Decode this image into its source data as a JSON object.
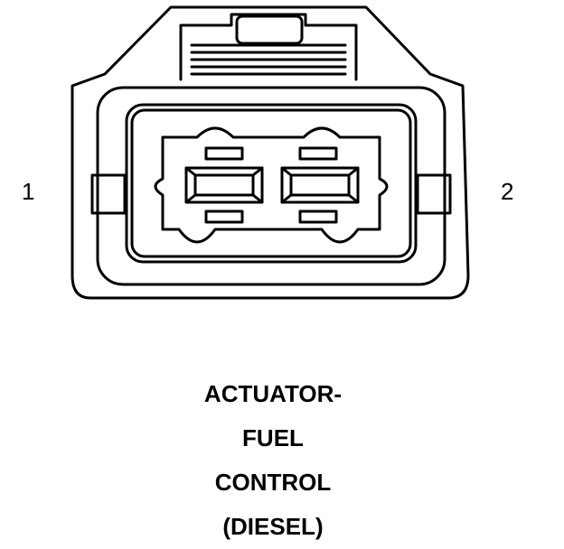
{
  "pins": {
    "left": "1",
    "right": "2"
  },
  "caption": {
    "line1": "ACTUATOR-",
    "line2": "FUEL",
    "line3": "CONTROL",
    "line4": "(DIESEL)"
  },
  "colors": {
    "line": "#000000",
    "background": "#ffffff"
  }
}
